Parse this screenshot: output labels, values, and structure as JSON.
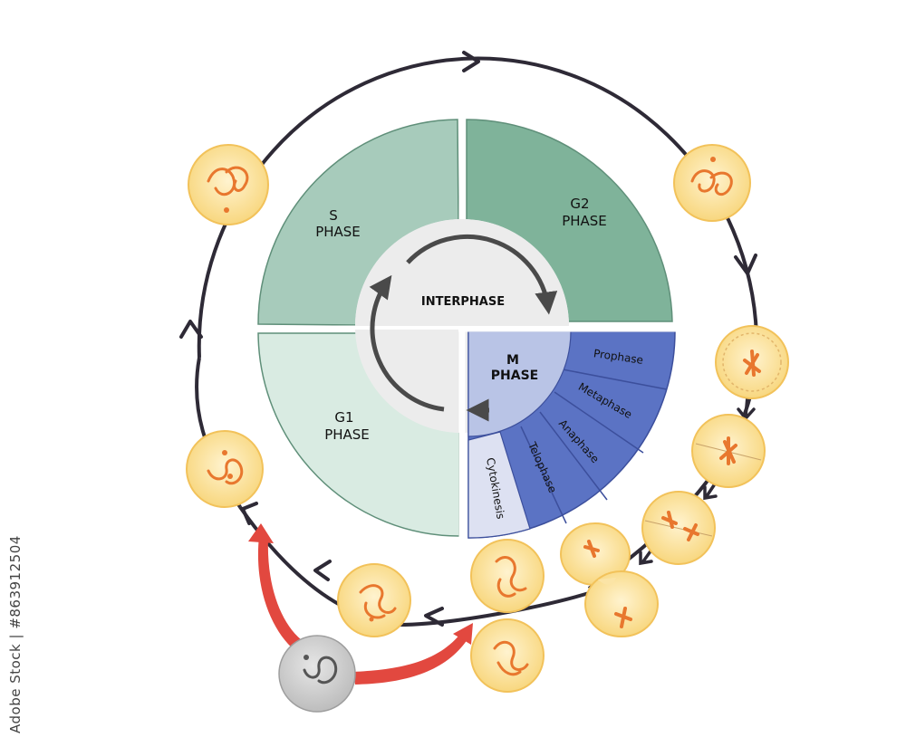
{
  "phases": {
    "s": {
      "line1": "S",
      "line2": "PHASE",
      "color": "#a7cbbb"
    },
    "g2": {
      "line1": "G2",
      "line2": "PHASE",
      "color": "#7fb39a"
    },
    "g1": {
      "line1": "G1",
      "line2": "PHASE",
      "color": "#d9ebe2"
    },
    "interphase": {
      "label": "INTERPHASE",
      "color": "#ececec"
    },
    "m": {
      "line1": "M",
      "line2": "PHASE",
      "color": "#b9c4e6"
    }
  },
  "m_stages": [
    {
      "label": "Prophase",
      "color": "#5b73c4"
    },
    {
      "label": "Metaphase",
      "color": "#5b73c4"
    },
    {
      "label": "Anaphase",
      "color": "#5b73c4"
    },
    {
      "label": "Telophase",
      "color": "#5b73c4"
    },
    {
      "label": "Cytokinesis",
      "color": "#dde1f2"
    }
  ],
  "colors": {
    "cycle_arrow": "#2e2a36",
    "reentry_arrow": "#e2483f",
    "cell_fill": "#fbe4a6",
    "cell_border": "#f2c25a",
    "chromosome": "#e8772e",
    "g0_cell": "#c8c8c8"
  },
  "stock_id": "Adobe Stock | #863912504"
}
